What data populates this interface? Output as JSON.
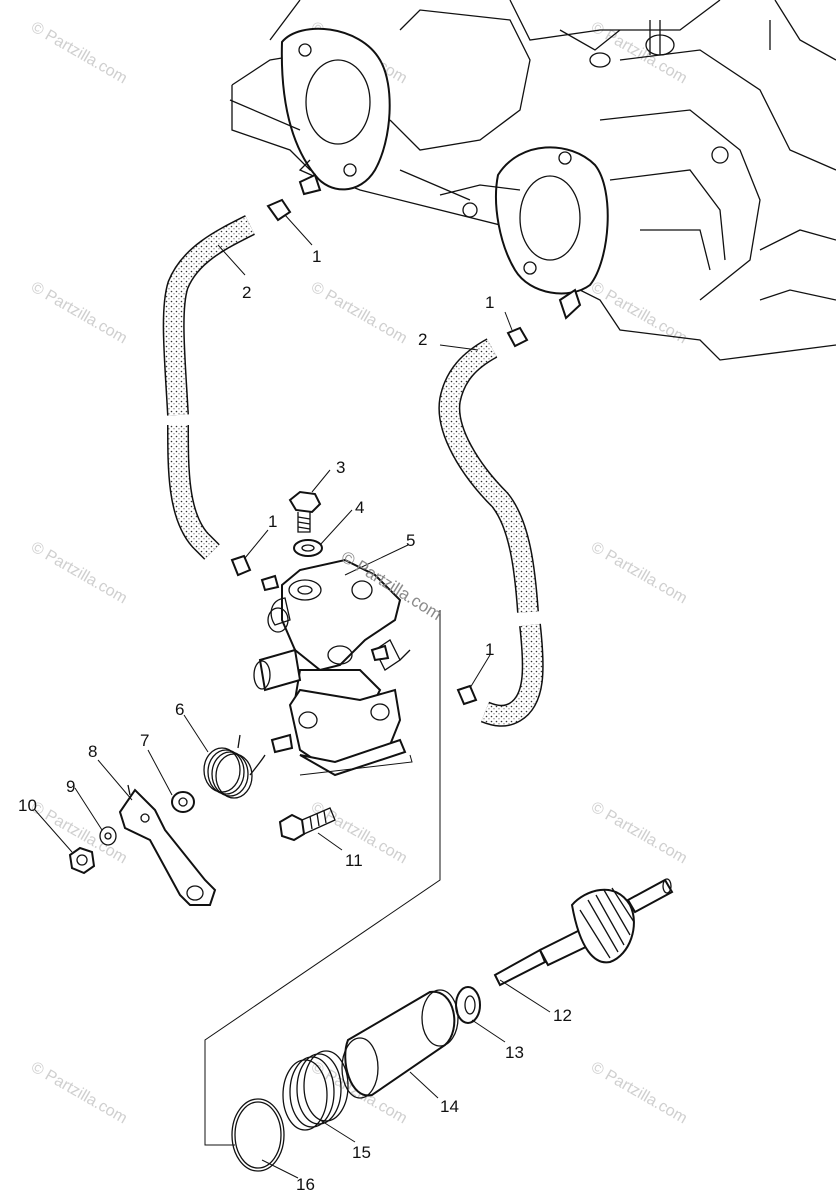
{
  "watermark": "© Partzilla.com",
  "part_labels": {
    "p1a": "1",
    "p1b": "1",
    "p1c": "1",
    "p1d": "1",
    "p2a": "2",
    "p2b": "2",
    "p3": "3",
    "p4": "4",
    "p5": "5",
    "p6": "6",
    "p7": "7",
    "p8": "8",
    "p9": "9",
    "p10": "10",
    "p11": "11",
    "p12": "12",
    "p13": "13",
    "p14": "14",
    "p15": "15",
    "p16": "16"
  },
  "colors": {
    "line": "#111111",
    "watermark": "#cfcfcf",
    "background": "#ffffff"
  }
}
